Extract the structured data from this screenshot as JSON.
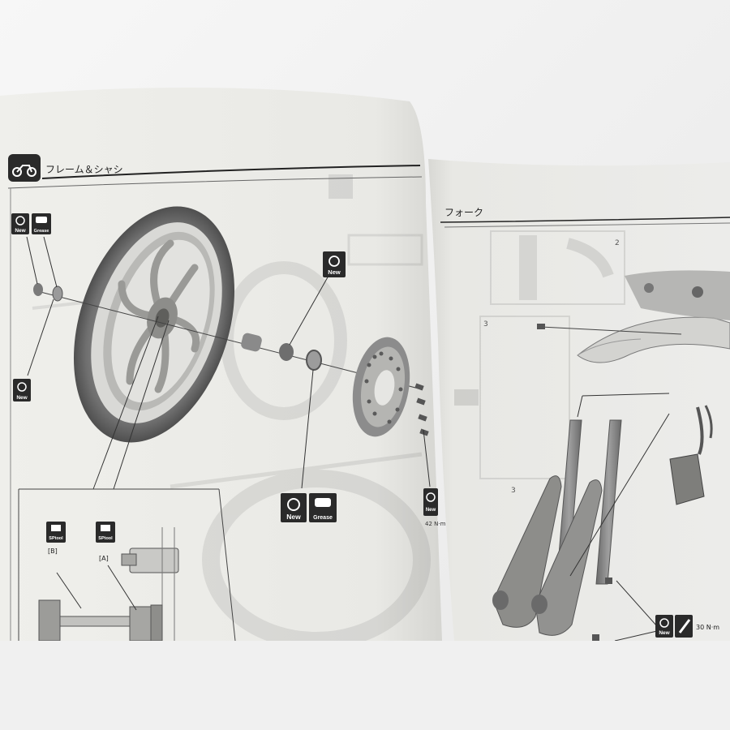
{
  "left_page": {
    "section_title": "フレーム＆シャシ",
    "icons": {
      "motorcycle": "motorcycle-icon",
      "replace": "replace-arrows-icon",
      "grease": "grease-tube-icon",
      "sptool": "special-tool-icon",
      "torque": "wrench-icon"
    },
    "badge_new": "New",
    "badge_grease": "Grease",
    "badge_sptool": "SPtool",
    "tool_b": "[B]",
    "tool_a": "[A]",
    "torque_partial": "42 N·m"
  },
  "right_page": {
    "section_title": "フォーク",
    "callout_2": "2",
    "callout_3": "3",
    "torque_value": "30 N·m"
  },
  "colors": {
    "page_left": "#ecece8",
    "page_right": "#e6e6e2",
    "badge_dark": "#2a2a2a",
    "part_gray": "#8a8a8a"
  }
}
